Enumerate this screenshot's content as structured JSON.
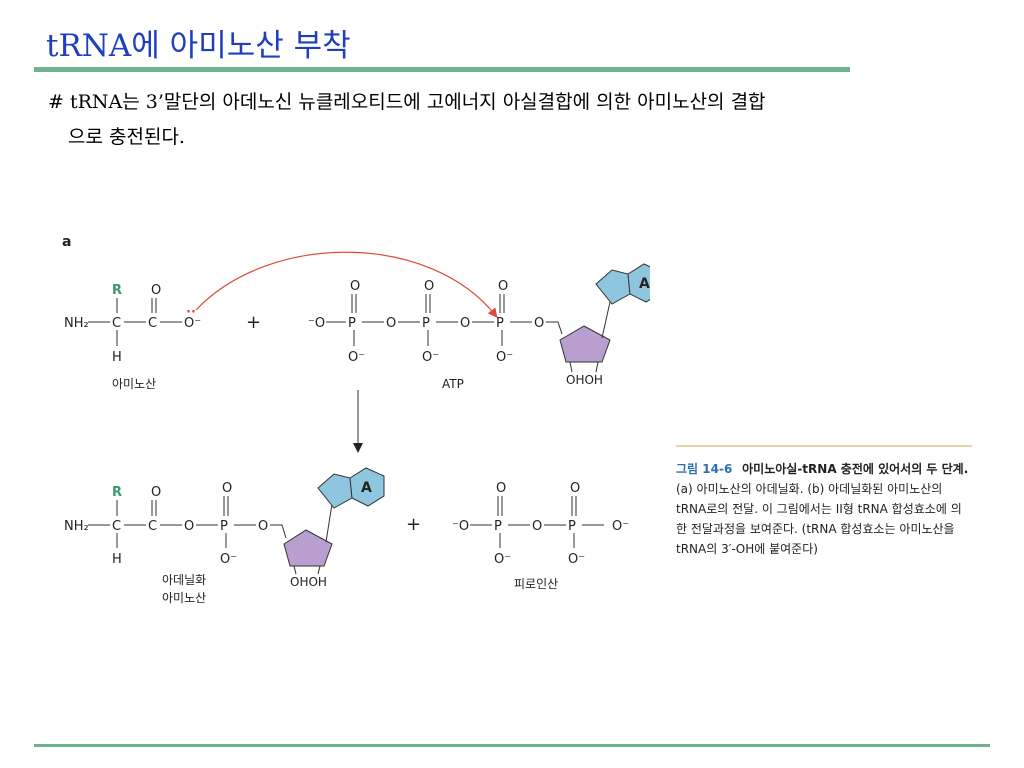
{
  "slide": {
    "title": "tRNA에 아미노산 부착",
    "body_line1": "# tRNA는 3’말단의 아데노신 뉴클레오티드에 고에너지 아실결합에 의한 아미노산의 결합",
    "body_line2": "으로 충전된다."
  },
  "colors": {
    "title": "#1f3fbf",
    "rule": "#6db38f",
    "ribose": "#b89fd0",
    "adenine": "#8fc6df",
    "arrow": "#e04a3a",
    "r_group": "#3a9a6a",
    "figure_label": "#2a6fb0"
  },
  "figure": {
    "panel_label": "a",
    "top": {
      "amino_label": "아미노산",
      "atp_label": "ATP",
      "plus": "+",
      "ohoh": "OHOH",
      "adenine": "A"
    },
    "bottom": {
      "adenylate_label_1": "아데닐화",
      "adenylate_label_2": "아미노산",
      "ppi_label": "피로인산",
      "plus": "+",
      "ohoh": "OHOH",
      "adenine": "A"
    },
    "chem": {
      "nh2": "NH₂",
      "c": "C",
      "r": "R",
      "h": "H",
      "o": "O",
      "o_minus": "O⁻",
      "minus_o": "⁻O",
      "p": "P",
      "dbl": "‖",
      "lone_pair": "··"
    }
  },
  "caption": {
    "fig_label": "그림 14-6",
    "heading": "아미노아실-tRNA 충전에 있어서의 두 단계.",
    "text": "(a) 아미노산의 아데닐화. (b) 아데닐화된 아미노산의 tRNA로의 전달. 이 그림에서는 II형 tRNA 합성효소에 의한 전달과정을 보여준다. (tRNA 합성효소는 아미노산을 tRNA의 3′-OH에 붙여준다)"
  }
}
